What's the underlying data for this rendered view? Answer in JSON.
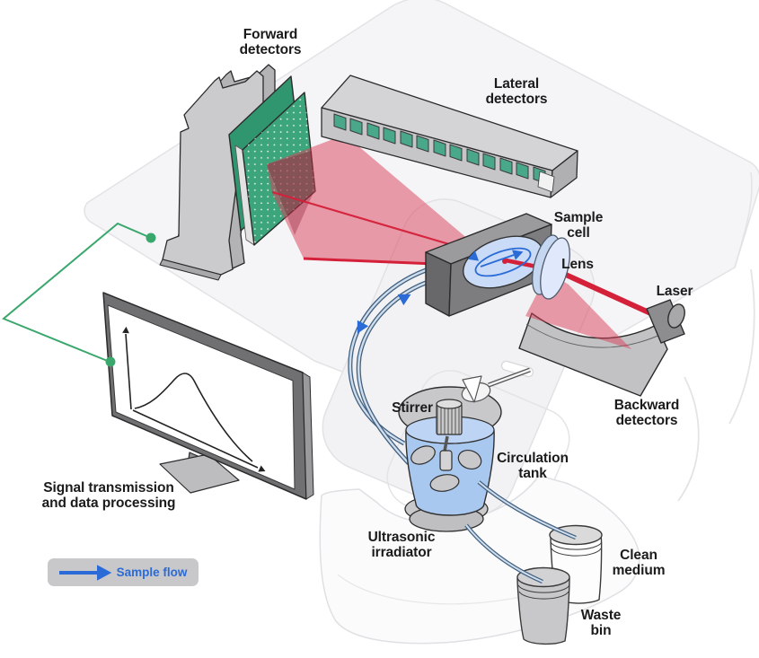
{
  "labels": {
    "forward_detectors": "Forward\ndetectors",
    "lateral_detectors": "Lateral\ndetectors",
    "sample_cell": "Sample\ncell",
    "lens": "Lens",
    "laser": "Laser",
    "backward_detectors": "Backward\ndetectors",
    "signal_processing": "Signal transmission\nand data processing",
    "stirrer": "Stirrer",
    "circulation_tank": "Circulation\ntank",
    "ultrasonic_irradiator": "Ultrasonic\nirradiator",
    "clean_medium": "Clean\nmedium",
    "waste_bin": "Waste\nbin"
  },
  "legend": {
    "sample_flow": "Sample flow"
  },
  "colors": {
    "laser_red": "#d5203a",
    "beam_fan": "rgba(219,62,88,0.5)",
    "beam_fan_dark": "rgba(120,10,35,0.3)",
    "flow_blue": "#2b6bd7",
    "signal_green": "#3aa76d",
    "board_green": "#3da57c",
    "board_green_dark": "#2f9670",
    "window_teal": "#4aa88a",
    "liquid_blue": "#a9c8ef",
    "liquid_blue_light": "#bdd4f4"
  }
}
